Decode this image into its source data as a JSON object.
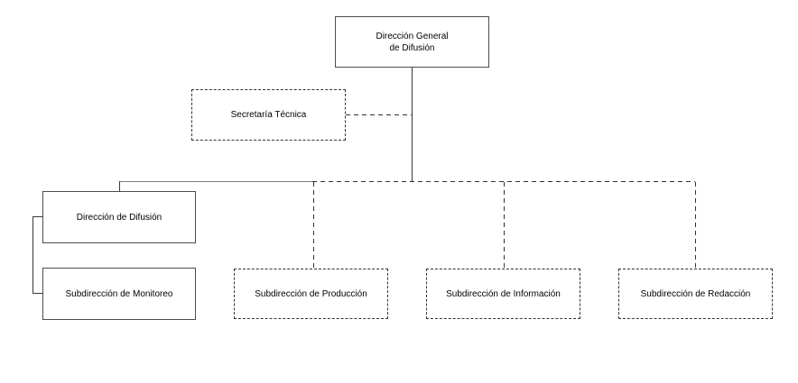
{
  "diagram": {
    "type": "org-chart",
    "background": "#ffffff",
    "colors": {
      "solid_box_border": "#4d4d4d",
      "dashed_box_border": "#333333",
      "solid_line": "#7f7f7f",
      "dashed_line": "#333333",
      "text": "#000000"
    },
    "nodes": {
      "direccion_general": {
        "label": "Dirección General de Difusión",
        "lines": [
          "Dirección General",
          "de Difusión"
        ],
        "border": "solid",
        "level": 1
      },
      "secretaria_tecnica": {
        "label": "Secretaría Técnica",
        "border": "dashed",
        "level": 2
      },
      "direccion_difusion": {
        "label": "Dirección de Difusión",
        "border": "solid",
        "level": 3
      },
      "subdireccion_monitoreo": {
        "label": "Subdirección de Monitoreo",
        "border": "solid",
        "level": 4
      },
      "subdireccion_produccion": {
        "label": "Subdirección de Producción",
        "border": "dashed",
        "level": 3
      },
      "subdireccion_informacion": {
        "label": "Subdirección de Información",
        "border": "dashed",
        "level": 3
      },
      "subdireccion_redaccion": {
        "label": "Subdirección de Redacción",
        "border": "dashed",
        "level": 3
      }
    },
    "edges": [
      {
        "from": "direccion_general",
        "to": "direccion_difusion",
        "style": "solid"
      },
      {
        "from": "direccion_general",
        "to": "secretaria_tecnica",
        "style": "dashed"
      },
      {
        "from": "direccion_general",
        "to": "subdireccion_produccion",
        "style": "dashed"
      },
      {
        "from": "direccion_general",
        "to": "subdireccion_informacion",
        "style": "dashed"
      },
      {
        "from": "direccion_general",
        "to": "subdireccion_redaccion",
        "style": "dashed"
      },
      {
        "from": "direccion_difusion",
        "to": "subdireccion_monitoreo",
        "style": "solid"
      }
    ]
  }
}
